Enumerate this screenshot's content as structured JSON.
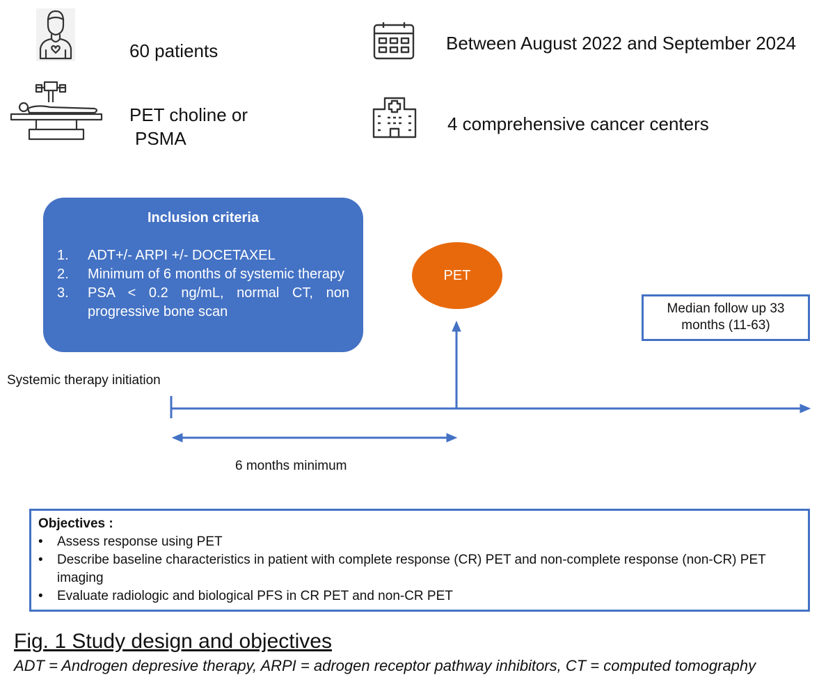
{
  "stats": {
    "patients": "60 patients",
    "imaging_line1": "PET choline or",
    "imaging_line2": "PSMA",
    "period": "Between August 2022 and September 2024",
    "centers": "4 comprehensive cancer centers"
  },
  "icons": [
    "patient-icon",
    "pet-scanner-icon",
    "calendar-icon",
    "hospital-icon"
  ],
  "inclusion": {
    "title": "Inclusion criteria",
    "items": [
      {
        "num": "1.",
        "text": "ADT+/- ARPI +/- DOCETAXEL"
      },
      {
        "num": "2.",
        "text": "Minimum of 6 months of systemic therapy"
      },
      {
        "num": "3.",
        "text": "PSA < 0.2 ng/mL, normal CT, non progressive bone scan"
      }
    ]
  },
  "timeline": {
    "pet_label": "PET",
    "start_label": "Systemic therapy initiation",
    "interval_label": "6 months minimum",
    "followup_line1": "Median follow up 33",
    "followup_line2": "months (11-63)"
  },
  "objectives": {
    "title": "Objectives :",
    "items": [
      "Assess response using PET",
      "Describe baseline characteristics in patient with complete response (CR) PET and non-complete response (non-CR) PET imaging",
      "Evaluate radiologic and biological PFS in CR PET and non-CR PET"
    ],
    "bullet": "•"
  },
  "figure": {
    "title": "Fig. 1 Study design and objectives",
    "caption": "ADT = Androgen depresive therapy, ARPI = adrogen receptor pathway inhibitors, CT = computed tomography"
  },
  "colors": {
    "blue": "#4472c4",
    "orange": "#e8690b"
  }
}
